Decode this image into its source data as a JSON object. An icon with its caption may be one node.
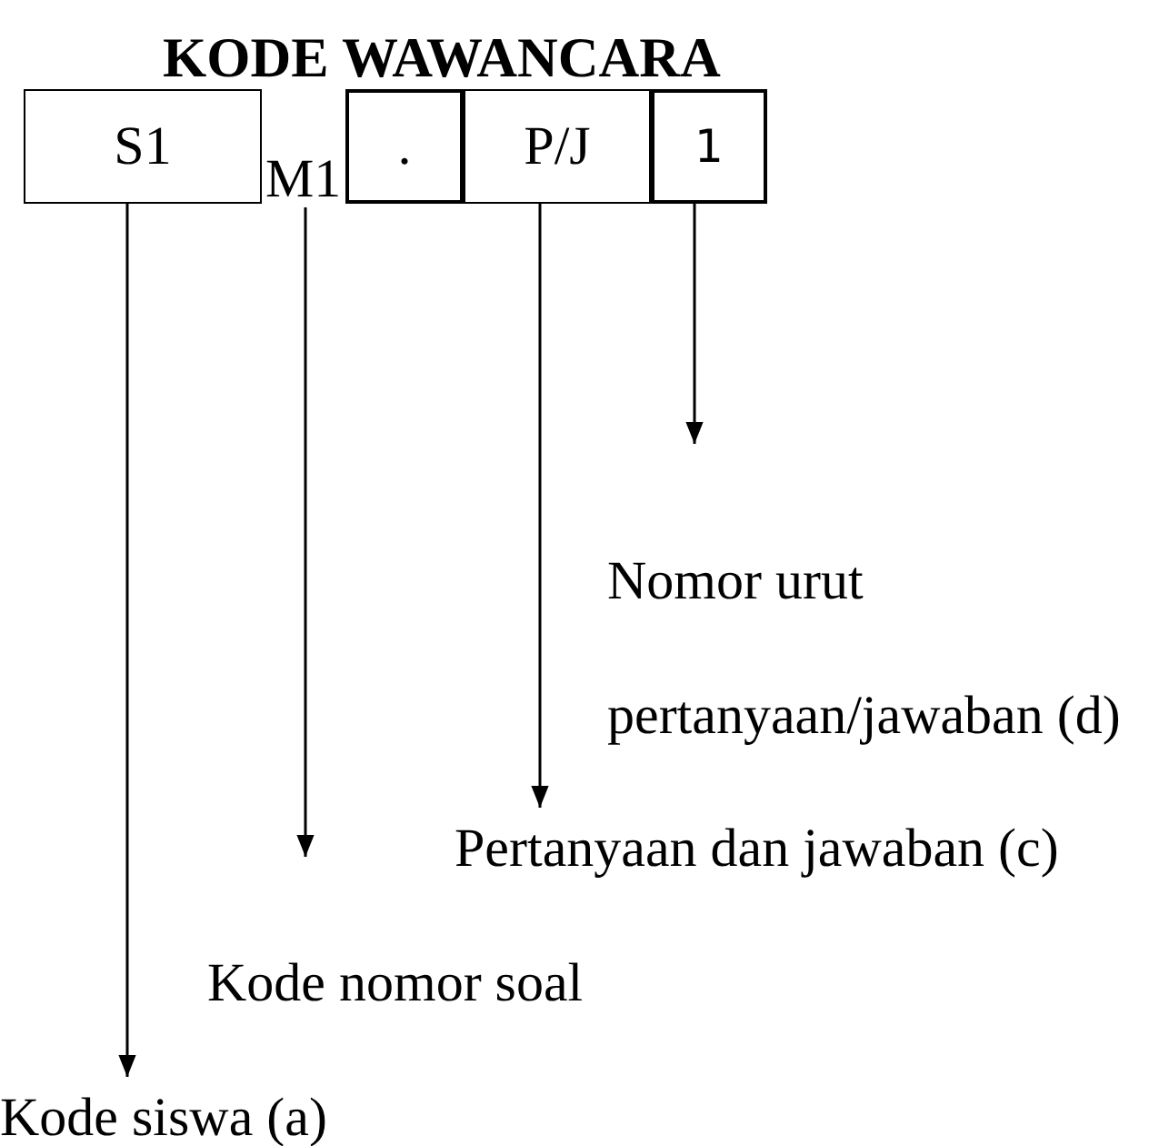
{
  "diagram": {
    "title": "KODE WAWANCARA",
    "nodes": [
      {
        "text": [
          "S1"
        ]
      },
      {
        "text": [
          "M1"
        ]
      },
      {
        "text": [
          "."
        ]
      },
      {
        "text": [
          "P/J"
        ]
      },
      {
        "text": [
          "1"
        ]
      },
      {
        "text": [
          "Nomor urut pertanyaan/jawaban (d)"
        ]
      },
      {
        "text": [
          "Pertanyaan dan jawaban (c)"
        ]
      },
      {
        "text": [
          "Kode nomor soal"
        ]
      },
      {
        "text": [
          "Kode siswa (a)"
        ]
      }
    ],
    "edges": [
      {
        "from": 0,
        "to": 8,
        "arrow": "to"
      },
      {
        "from": 1,
        "to": 7,
        "arrow": "to"
      },
      {
        "from": 3,
        "to": 6,
        "arrow": "to"
      },
      {
        "from": 4,
        "to": 5,
        "arrow": "to"
      }
    ]
  }
}
